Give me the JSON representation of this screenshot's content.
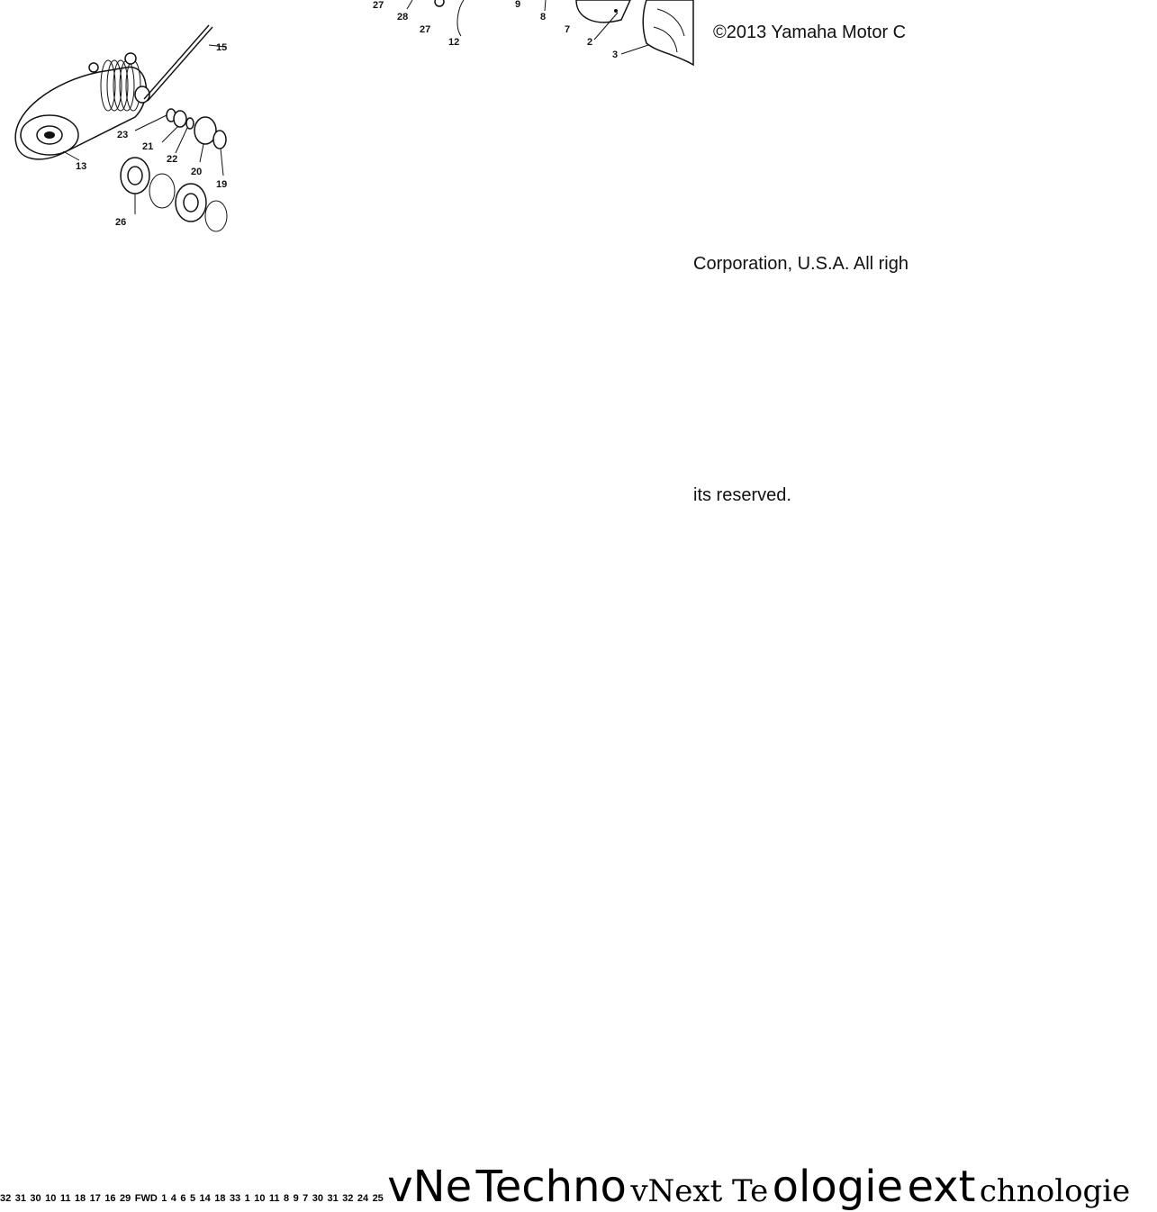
{
  "copyright": {
    "line1": "©2013 Yamaha Motor C",
    "line2": "Corporation, U.S.A. All righ",
    "line3": "its reserved."
  },
  "watermark": {
    "serif_text": "vNext Te",
    "outline_1": "vNe",
    "outline_2": "Techno",
    "outline_3": "ologie",
    "outline_4": "ext",
    "outline_5": "chnologie"
  },
  "direction_arrow": "FWD",
  "callouts": {
    "n1": "1",
    "n2": "2",
    "n3": "3",
    "n4": "4",
    "n5": "5",
    "n6": "6",
    "n7": "7",
    "n8": "8",
    "n9": "9",
    "n10": "10",
    "n11": "11",
    "n12": "12",
    "n13": "13",
    "n14": "14",
    "n15": "15",
    "n16": "16",
    "n17": "17",
    "n18": "18",
    "n19": "19",
    "n20": "20",
    "n21": "21",
    "n22": "22",
    "n23": "23",
    "n24": "24",
    "n25": "25",
    "n26": "26",
    "n27": "27",
    "n28": "28",
    "n29": "29",
    "n30": "30",
    "n31": "31",
    "n32": "32",
    "n33": "33"
  }
}
